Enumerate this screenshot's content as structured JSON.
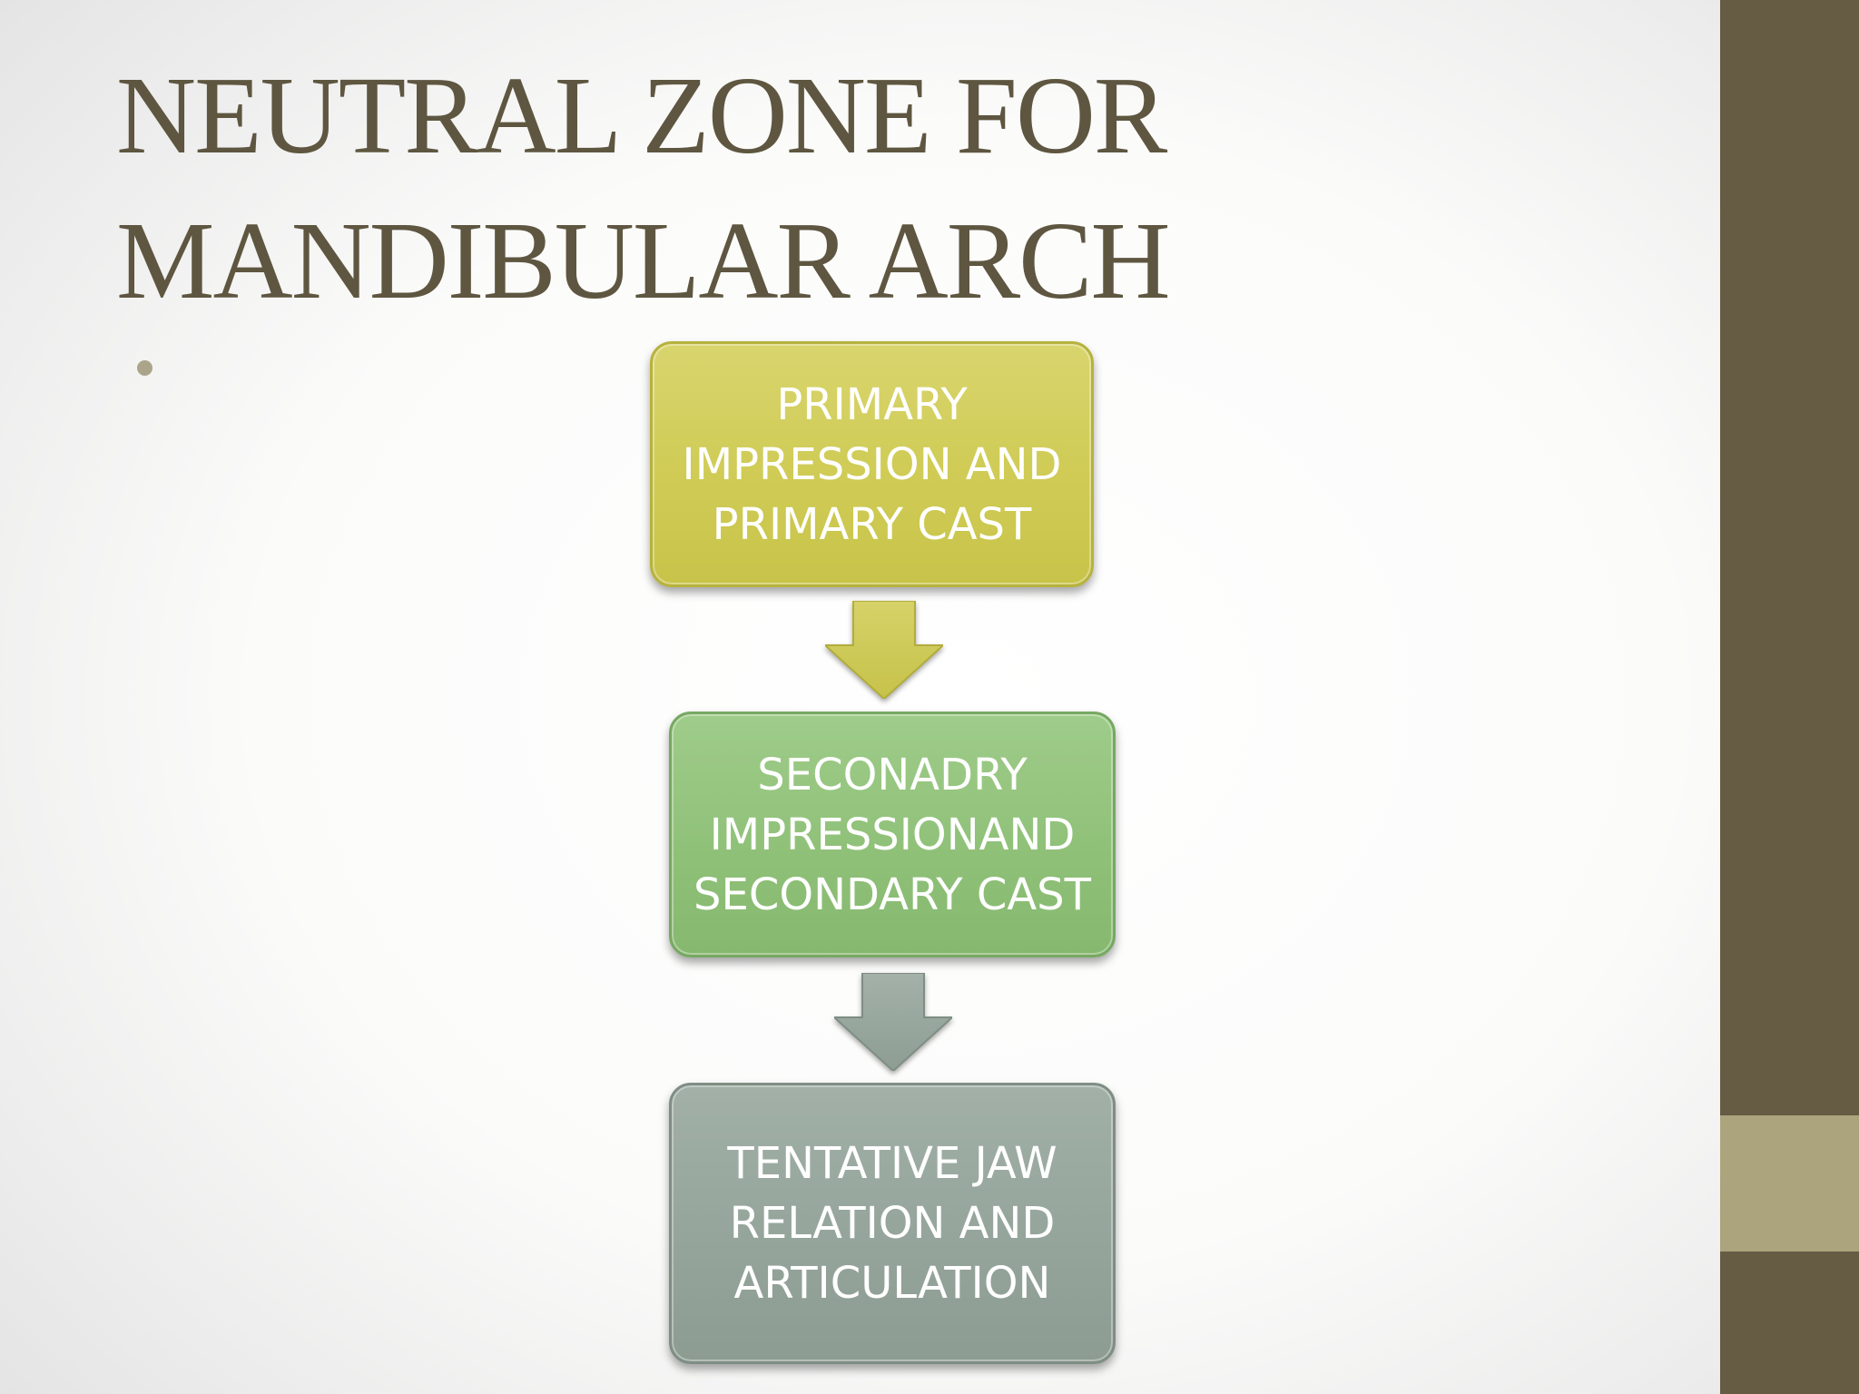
{
  "slide": {
    "title_line_1": "NEUTRAL ZONE FOR",
    "title_line_2": "MANDIBULAR ARCH"
  },
  "flowchart": {
    "steps": [
      {
        "label": "PRIMARY IMPRESSION AND PRIMARY CAST",
        "lines": [
          "PRIMARY",
          "IMPRESSION AND",
          "PRIMARY CAST"
        ],
        "color": "#cfcb55"
      },
      {
        "label": "SECONADRY IMPRESSIONAND SECONDARY CAST",
        "lines": [
          "SECONADRY",
          "IMPRESSIONAND",
          "SECONDARY CAST"
        ],
        "color": "#90c179"
      },
      {
        "label": "TENTATIVE JAW RELATION AND ARTICULATION",
        "lines": [
          "TENTATIVE JAW",
          "RELATION AND",
          "ARTICULATION"
        ],
        "color": "#95a59b"
      }
    ],
    "arrows": [
      {
        "from_step": 1,
        "to_step": 2,
        "direction": "down",
        "color": "#cfcb55"
      },
      {
        "from_step": 2,
        "to_step": 3,
        "direction": "down",
        "color": "#95a59b"
      }
    ]
  },
  "theme": {
    "title_color": "#5e5640",
    "sidebar_color": "#665c44",
    "sidebar_accent_color": "#aba47c",
    "bullet_color": "#aaa58a"
  }
}
